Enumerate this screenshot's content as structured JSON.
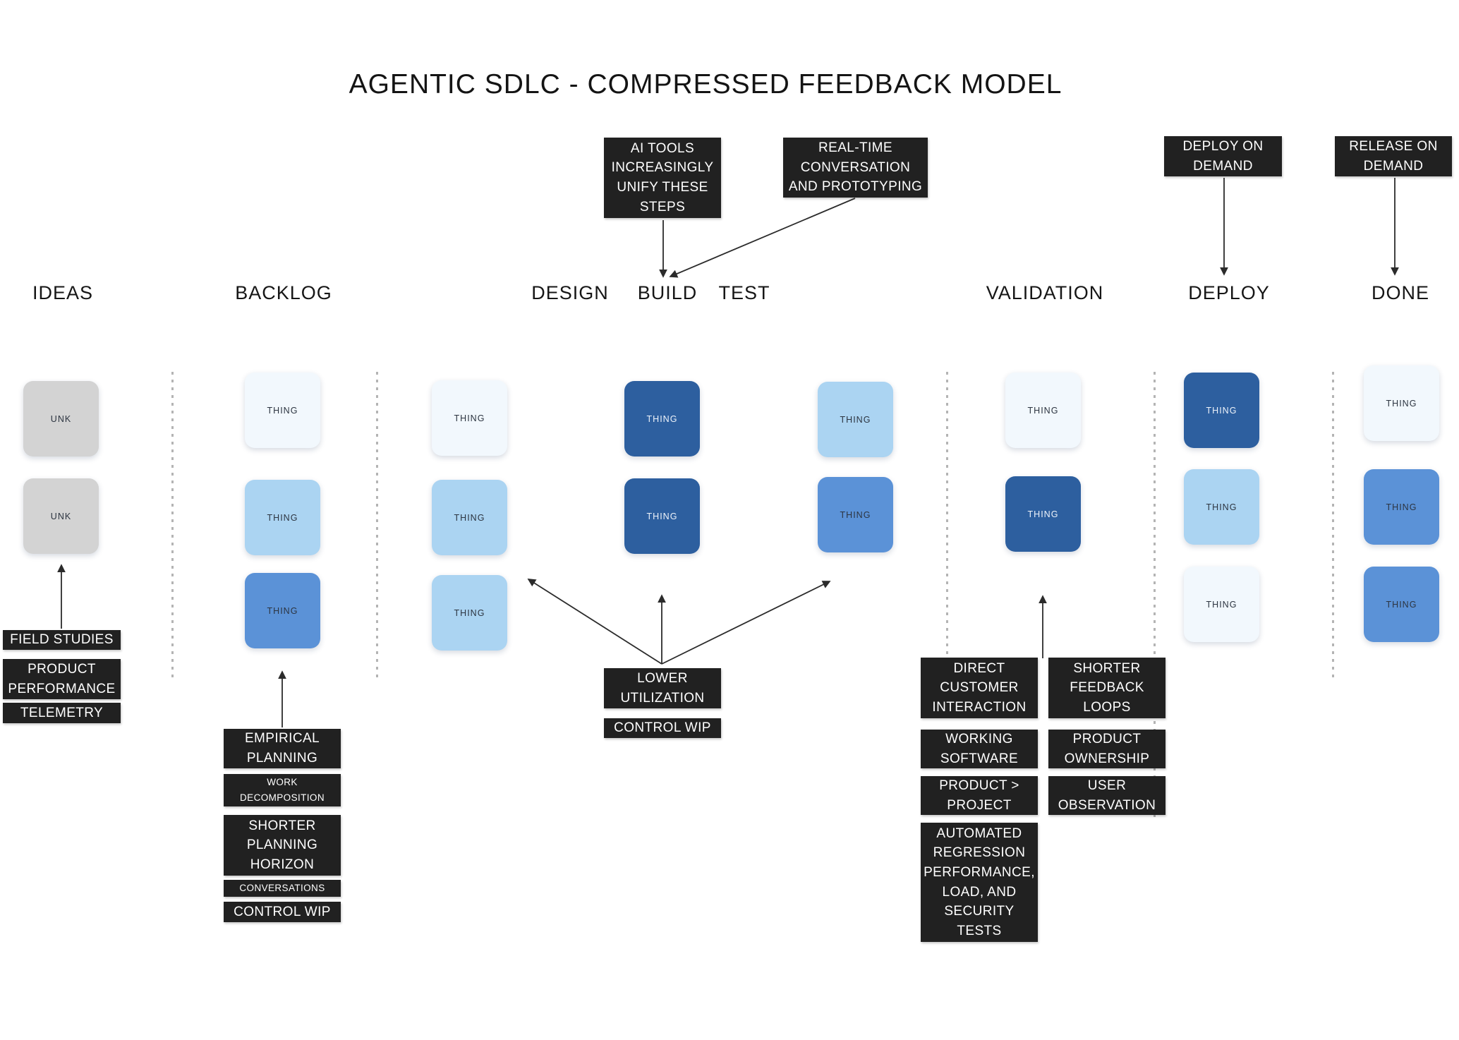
{
  "title": "AGENTIC SDLC - COMPRESSED FEEDBACK MODEL",
  "colors": {
    "navy": "#2D5F9F",
    "blue": "#5B92D7",
    "light_blue": "#ABD4F2",
    "pale_blue": "#F2F8FD",
    "gray": "#D3D3D3",
    "note_bg": "#212121",
    "note_text": "#FFFFFF",
    "divider": "#B4B4B4"
  },
  "columns": [
    {
      "label": "IDEAS",
      "cards": [
        {
          "label": "UNK",
          "color": "gray"
        },
        {
          "label": "UNK",
          "color": "gray"
        }
      ]
    },
    {
      "label": "BACKLOG",
      "cards": [
        {
          "label": "THING",
          "color": "pale_blue"
        },
        {
          "label": "THING",
          "color": "light_blue"
        },
        {
          "label": "THING",
          "color": "blue"
        }
      ]
    },
    {
      "label": "DESIGN",
      "cards": [
        {
          "label": "THING",
          "color": "pale_blue"
        },
        {
          "label": "THING",
          "color": "light_blue"
        },
        {
          "label": "THING",
          "color": "light_blue"
        }
      ]
    },
    {
      "label": "BUILD",
      "cards": [
        {
          "label": "THING",
          "color": "navy"
        },
        {
          "label": "THING",
          "color": "navy"
        }
      ]
    },
    {
      "label": "TEST",
      "cards": [
        {
          "label": "THING",
          "color": "light_blue"
        },
        {
          "label": "THING",
          "color": "blue"
        }
      ]
    },
    {
      "label": "VALIDATION",
      "cards": [
        {
          "label": "THING",
          "color": "pale_blue"
        },
        {
          "label": "THING",
          "color": "navy"
        }
      ]
    },
    {
      "label": "DEPLOY",
      "cards": [
        {
          "label": "THING",
          "color": "navy"
        },
        {
          "label": "THING",
          "color": "light_blue"
        },
        {
          "label": "THING",
          "color": "pale_blue"
        }
      ]
    },
    {
      "label": "DONE",
      "cards": [
        {
          "label": "THING",
          "color": "pale_blue"
        },
        {
          "label": "THING",
          "color": "blue"
        },
        {
          "label": "THING",
          "color": "blue"
        }
      ]
    }
  ],
  "notes": {
    "ai_tools": "AI TOOLS\nINCREASINGLY\nUNIFY THESE\nSTEPS",
    "realtime": "REAL-TIME\nCONVERSATION\nAND PROTOTYPING",
    "deploy_on_demand": "DEPLOY ON\nDEMAND",
    "release_on_demand": "RELEASE ON\nDEMAND",
    "field_studies": "FIELD STUDIES",
    "product_performance": "PRODUCT\nPERFORMANCE",
    "telemetry": "TELEMETRY",
    "empirical_planning": "EMPIRICAL\nPLANNING",
    "work_decomposition": "WORK\nDECOMPOSITION",
    "shorter_planning_horizon": "SHORTER\nPLANNING\nHORIZON",
    "conversations": "CONVERSATIONS",
    "control_wip": "CONTROL WIP",
    "lower_utilization": "LOWER\nUTILIZATION",
    "direct_customer_interaction": "DIRECT\nCUSTOMER\nINTERACTION",
    "working_software": "WORKING\nSOFTWARE",
    "product_over_project": "PRODUCT >\nPROJECT",
    "automated_tests": "AUTOMATED\nREGRESSION\nPERFORMANCE,\nLOAD, AND\nSECURITY\nTESTS",
    "shorter_feedback_loops": "SHORTER\nFEEDBACK\nLOOPS",
    "product_ownership": "PRODUCT\nOWNERSHIP",
    "user_observation": "USER\nOBSERVATION"
  }
}
